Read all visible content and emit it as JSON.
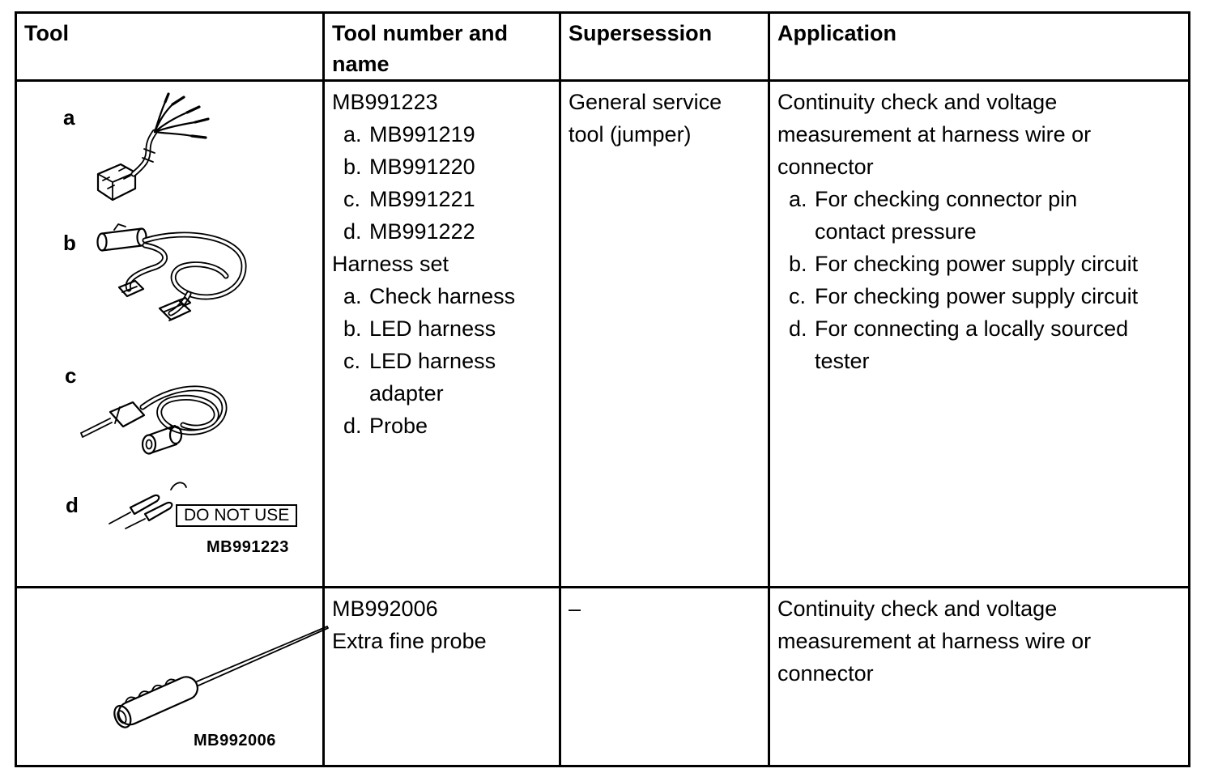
{
  "colors": {
    "text": "#000000",
    "background": "#ffffff",
    "border": "#000000"
  },
  "table": {
    "headers": [
      "Tool",
      "Tool number and name",
      "Supersession",
      "Application"
    ],
    "rows": [
      {
        "tool_cell": {
          "part_labels": [
            "a",
            "b",
            "c",
            "d"
          ],
          "illustrations": [
            "check-harness",
            "led-harness",
            "led-harness-adapter",
            "probe"
          ],
          "do_not_use_label": "DO NOT USE",
          "caption": "MB991223"
        },
        "tool_number": {
          "lines": [
            {
              "marker": "",
              "text": "MB991223"
            },
            {
              "marker": "a.",
              "text": "MB991219"
            },
            {
              "marker": "b.",
              "text": "MB991220"
            },
            {
              "marker": "c.",
              "text": "MB991221"
            },
            {
              "marker": "d.",
              "text": "MB991222"
            },
            {
              "marker": "",
              "text": "Harness set"
            },
            {
              "marker": "a.",
              "text": "Check harness"
            },
            {
              "marker": "b.",
              "text": "LED harness"
            },
            {
              "marker": "c.",
              "text": "LED harness adapter"
            },
            {
              "marker": "d.",
              "text": "Probe"
            }
          ]
        },
        "supersession": "General service tool (jumper)",
        "application": {
          "intro": "Continuity check and voltage measurement at harness wire or connector",
          "items": [
            {
              "marker": "a.",
              "text": "For checking connector pin contact pressure"
            },
            {
              "marker": "b.",
              "text": "For checking power supply circuit"
            },
            {
              "marker": "c.",
              "text": "For checking power supply circuit"
            },
            {
              "marker": "d.",
              "text": "For connecting a locally sourced tester"
            }
          ]
        }
      },
      {
        "tool_cell": {
          "illustrations": [
            "extra-fine-probe"
          ],
          "caption": "MB992006"
        },
        "tool_number": {
          "lines": [
            {
              "marker": "",
              "text": "MB992006"
            },
            {
              "marker": "",
              "text": "Extra fine probe"
            }
          ]
        },
        "supersession": "–",
        "application": {
          "intro": "Continuity check and voltage measurement at harness wire or connector",
          "items": []
        }
      }
    ]
  }
}
